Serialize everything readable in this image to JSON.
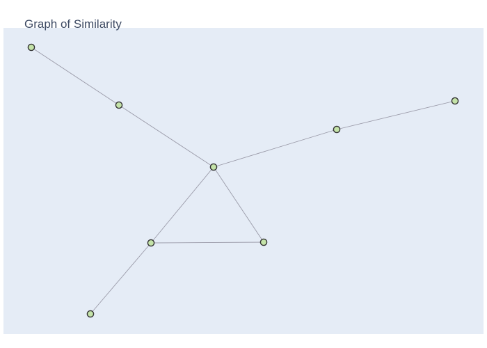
{
  "title": "Graph of Similarity",
  "colors": {
    "plot_background": "#e5ecf6",
    "edge": "#9a9aa8",
    "node_fill": "#c4e3a8",
    "node_stroke": "#333333",
    "title_text": "#3d4a63"
  },
  "graph": {
    "node_count": 8,
    "nodes": [
      {
        "id": "n1"
      },
      {
        "id": "n2"
      },
      {
        "id": "n3"
      },
      {
        "id": "n4"
      },
      {
        "id": "n5"
      },
      {
        "id": "n6"
      },
      {
        "id": "n7"
      },
      {
        "id": "n8"
      }
    ],
    "edges": [
      [
        "n1",
        "n2"
      ],
      [
        "n2",
        "n3"
      ],
      [
        "n3",
        "n4"
      ],
      [
        "n4",
        "n5"
      ],
      [
        "n3",
        "n6"
      ],
      [
        "n3",
        "n7"
      ],
      [
        "n6",
        "n7"
      ],
      [
        "n6",
        "n8"
      ]
    ]
  }
}
